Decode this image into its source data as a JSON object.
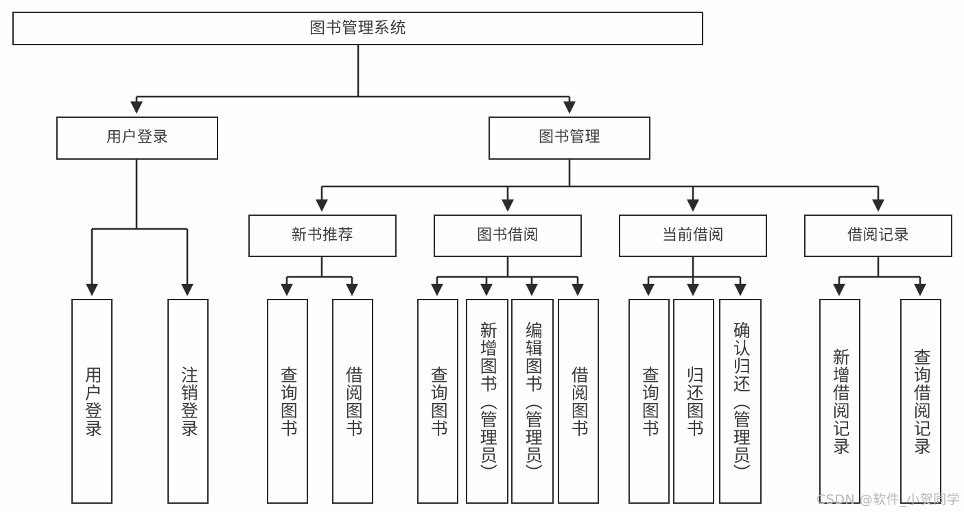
{
  "diagram": {
    "type": "tree-hierarchy",
    "title": "图书管理系统",
    "watermark": "CSDN @软件_小贺同学",
    "colors": {
      "background": "#fefefe",
      "border": "#2b2b2b",
      "text": "#3a3a3a",
      "edge": "#2b2b2b",
      "watermark": "#b6b6b6"
    },
    "nodes": {
      "root": {
        "label": "图书管理系统",
        "level": 1,
        "orientation": "horizontal"
      },
      "user_login": {
        "label": "用户登录",
        "level": 2,
        "orientation": "horizontal"
      },
      "book_manage": {
        "label": "图书管理",
        "level": 2,
        "orientation": "horizontal"
      },
      "new_book_rec": {
        "label": "新书推荐",
        "level": 3,
        "orientation": "horizontal"
      },
      "book_borrow": {
        "label": "图书借阅",
        "level": 3,
        "orientation": "horizontal"
      },
      "current_borrow": {
        "label": "当前借阅",
        "level": 3,
        "orientation": "horizontal"
      },
      "borrow_record": {
        "label": "借阅记录",
        "level": 3,
        "orientation": "horizontal"
      },
      "leaf_user_login": {
        "label": "用户登录",
        "level": 4,
        "orientation": "vertical"
      },
      "leaf_logout": {
        "label": "注销登录",
        "level": 4,
        "orientation": "vertical"
      },
      "leaf_query_book_a": {
        "label": "查询图书",
        "level": 4,
        "orientation": "vertical"
      },
      "leaf_borrow_book_a": {
        "label": "借阅图书",
        "level": 4,
        "orientation": "vertical"
      },
      "leaf_query_book_b": {
        "label": "查询图书",
        "level": 4,
        "orientation": "vertical"
      },
      "leaf_add_book": {
        "label": "新增图书（管理员）",
        "level": 4,
        "orientation": "vertical"
      },
      "leaf_edit_book": {
        "label": "编辑图书（管理员）",
        "level": 4,
        "orientation": "vertical"
      },
      "leaf_borrow_book_b": {
        "label": "借阅图书",
        "level": 4,
        "orientation": "vertical"
      },
      "leaf_query_book_c": {
        "label": "查询图书",
        "level": 4,
        "orientation": "vertical"
      },
      "leaf_return_book": {
        "label": "归还图书",
        "level": 4,
        "orientation": "vertical"
      },
      "leaf_confirm_return": {
        "label": "确认归还（管理员）",
        "level": 4,
        "orientation": "vertical"
      },
      "leaf_add_record": {
        "label": "新增借阅记录",
        "level": 4,
        "orientation": "vertical"
      },
      "leaf_query_record": {
        "label": "查询借阅记录",
        "level": 4,
        "orientation": "vertical"
      }
    },
    "edges": [
      {
        "from": "root",
        "to": "user_login"
      },
      {
        "from": "root",
        "to": "book_manage"
      },
      {
        "from": "user_login",
        "to": "leaf_user_login"
      },
      {
        "from": "user_login",
        "to": "leaf_logout"
      },
      {
        "from": "book_manage",
        "to": "new_book_rec"
      },
      {
        "from": "book_manage",
        "to": "book_borrow"
      },
      {
        "from": "book_manage",
        "to": "current_borrow"
      },
      {
        "from": "book_manage",
        "to": "borrow_record"
      },
      {
        "from": "new_book_rec",
        "to": "leaf_query_book_a"
      },
      {
        "from": "new_book_rec",
        "to": "leaf_borrow_book_a"
      },
      {
        "from": "book_borrow",
        "to": "leaf_query_book_b"
      },
      {
        "from": "book_borrow",
        "to": "leaf_add_book"
      },
      {
        "from": "book_borrow",
        "to": "leaf_edit_book"
      },
      {
        "from": "book_borrow",
        "to": "leaf_borrow_book_b"
      },
      {
        "from": "current_borrow",
        "to": "leaf_query_book_c"
      },
      {
        "from": "current_borrow",
        "to": "leaf_return_book"
      },
      {
        "from": "current_borrow",
        "to": "leaf_confirm_return"
      },
      {
        "from": "borrow_record",
        "to": "leaf_add_record"
      },
      {
        "from": "borrow_record",
        "to": "leaf_query_record"
      }
    ]
  }
}
